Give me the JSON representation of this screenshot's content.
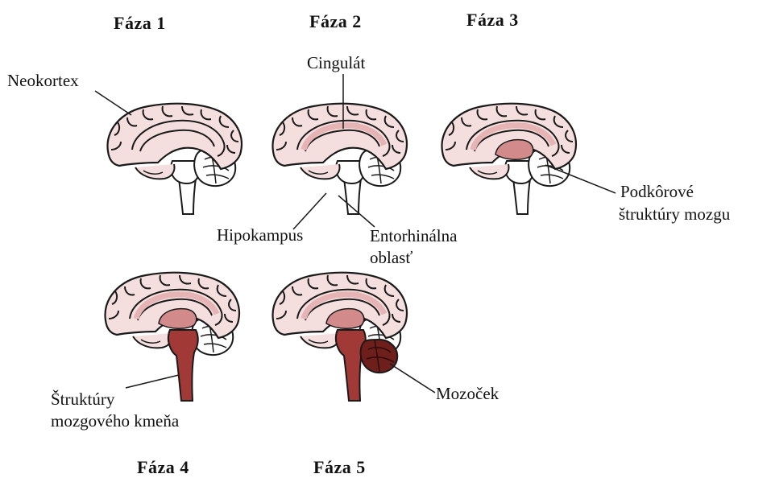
{
  "phases": {
    "p1": "Fáza 1",
    "p2": "Fáza 2",
    "p3": "Fáza 3",
    "p4": "Fáza 4",
    "p5": "Fáza 5"
  },
  "labels": {
    "neokortex": "Neokortex",
    "cingulat": "Cingulát",
    "hipokampus": "Hipokampus",
    "entorhinalna_1": "Entorhinálna",
    "entorhinalna_2": "oblasť",
    "podkorove_1": "Podkôrové",
    "podkorove_2": "štruktúry mozgu",
    "kmen_1": "Štruktúry",
    "kmen_2": "mozgového kmeňa",
    "mozocek": "Mozoček"
  },
  "colors": {
    "cortex": "#f4dede",
    "cingulate": "#e6b4b4",
    "subcortical": "#d38a8a",
    "brainstem": "#a13a36",
    "cerebellum": "#6e1f1c",
    "outline": "#1a1a1a"
  }
}
